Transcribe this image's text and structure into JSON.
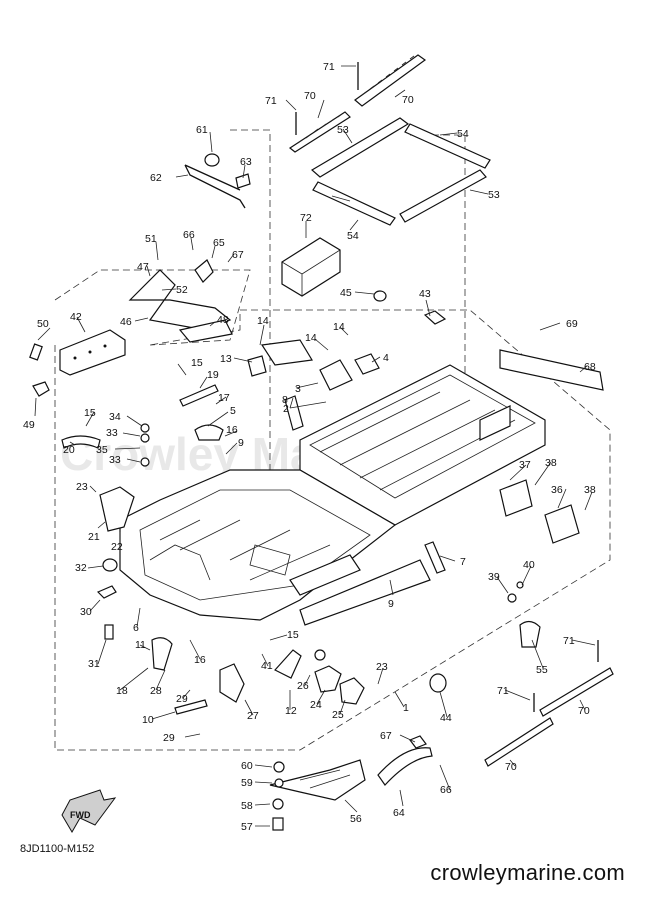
{
  "diagram_code": "8JD1100-M152",
  "footer_site": "crowleymarine.com",
  "watermark": "Crowley Marine",
  "fwd_label": "FWD",
  "part_labels": [
    {
      "id": "p71a",
      "text": "71"
    },
    {
      "id": "p70a",
      "text": "70"
    },
    {
      "id": "p71b",
      "text": "71"
    },
    {
      "id": "p70b",
      "text": "70"
    },
    {
      "id": "p53a",
      "text": "53"
    },
    {
      "id": "p54a",
      "text": "54"
    },
    {
      "id": "p61",
      "text": "61"
    },
    {
      "id": "p63",
      "text": "63"
    },
    {
      "id": "p62",
      "text": "62"
    },
    {
      "id": "p53b",
      "text": "53"
    },
    {
      "id": "p54b",
      "text": "54"
    },
    {
      "id": "p72",
      "text": "72"
    },
    {
      "id": "p51",
      "text": "51"
    },
    {
      "id": "p66a",
      "text": "66"
    },
    {
      "id": "p65",
      "text": "65"
    },
    {
      "id": "p67a",
      "text": "67"
    },
    {
      "id": "p47",
      "text": "47"
    },
    {
      "id": "p52",
      "text": "52"
    },
    {
      "id": "p45",
      "text": "45"
    },
    {
      "id": "p43",
      "text": "43"
    },
    {
      "id": "p69",
      "text": "69"
    },
    {
      "id": "p50",
      "text": "50"
    },
    {
      "id": "p42",
      "text": "42"
    },
    {
      "id": "p46",
      "text": "46"
    },
    {
      "id": "p48",
      "text": "48"
    },
    {
      "id": "p14a",
      "text": "14"
    },
    {
      "id": "p14b",
      "text": "14"
    },
    {
      "id": "p14c",
      "text": "14"
    },
    {
      "id": "p68",
      "text": "68"
    },
    {
      "id": "p13",
      "text": "13"
    },
    {
      "id": "p4",
      "text": "4"
    },
    {
      "id": "p15a",
      "text": "15"
    },
    {
      "id": "p19",
      "text": "19"
    },
    {
      "id": "p3",
      "text": "3"
    },
    {
      "id": "p2",
      "text": "2"
    },
    {
      "id": "p49",
      "text": "49"
    },
    {
      "id": "p17",
      "text": "17"
    },
    {
      "id": "p5",
      "text": "5"
    },
    {
      "id": "p8",
      "text": "8"
    },
    {
      "id": "p15b",
      "text": "15"
    },
    {
      "id": "p34",
      "text": "34"
    },
    {
      "id": "p33a",
      "text": "33"
    },
    {
      "id": "p16a",
      "text": "16"
    },
    {
      "id": "p9a",
      "text": "9"
    },
    {
      "id": "p20",
      "text": "20"
    },
    {
      "id": "p35",
      "text": "35"
    },
    {
      "id": "p33b",
      "text": "33"
    },
    {
      "id": "p37",
      "text": "37"
    },
    {
      "id": "p38a",
      "text": "38"
    },
    {
      "id": "p36",
      "text": "36"
    },
    {
      "id": "p38b",
      "text": "38"
    },
    {
      "id": "p23a",
      "text": "23"
    },
    {
      "id": "p21",
      "text": "21"
    },
    {
      "id": "p22",
      "text": "22"
    },
    {
      "id": "p7",
      "text": "7"
    },
    {
      "id": "p32",
      "text": "32"
    },
    {
      "id": "p39",
      "text": "39"
    },
    {
      "id": "p40",
      "text": "40"
    },
    {
      "id": "p9b",
      "text": "9"
    },
    {
      "id": "p30",
      "text": "30"
    },
    {
      "id": "p6",
      "text": "6"
    },
    {
      "id": "p11",
      "text": "11"
    },
    {
      "id": "p15c",
      "text": "15"
    },
    {
      "id": "p55",
      "text": "55"
    },
    {
      "id": "p31",
      "text": "31"
    },
    {
      "id": "p16b",
      "text": "16"
    },
    {
      "id": "p41",
      "text": "41"
    },
    {
      "id": "p71c",
      "text": "71"
    },
    {
      "id": "p23b",
      "text": "23"
    },
    {
      "id": "p18",
      "text": "18"
    },
    {
      "id": "p28",
      "text": "28"
    },
    {
      "id": "p26",
      "text": "26"
    },
    {
      "id": "p29a",
      "text": "29"
    },
    {
      "id": "p24",
      "text": "24"
    },
    {
      "id": "p71d",
      "text": "71"
    },
    {
      "id": "p1",
      "text": "1"
    },
    {
      "id": "p44",
      "text": "44"
    },
    {
      "id": "p12",
      "text": "12"
    },
    {
      "id": "p25",
      "text": "25"
    },
    {
      "id": "p70c",
      "text": "70"
    },
    {
      "id": "p10",
      "text": "10"
    },
    {
      "id": "p27",
      "text": "27"
    },
    {
      "id": "p29b",
      "text": "29"
    },
    {
      "id": "p67b",
      "text": "67"
    },
    {
      "id": "p60",
      "text": "60"
    },
    {
      "id": "p59",
      "text": "59"
    },
    {
      "id": "p66b",
      "text": "66"
    },
    {
      "id": "p70d",
      "text": "70"
    },
    {
      "id": "p58",
      "text": "58"
    },
    {
      "id": "p56",
      "text": "56"
    },
    {
      "id": "p64",
      "text": "64"
    },
    {
      "id": "p57",
      "text": "57"
    }
  ]
}
